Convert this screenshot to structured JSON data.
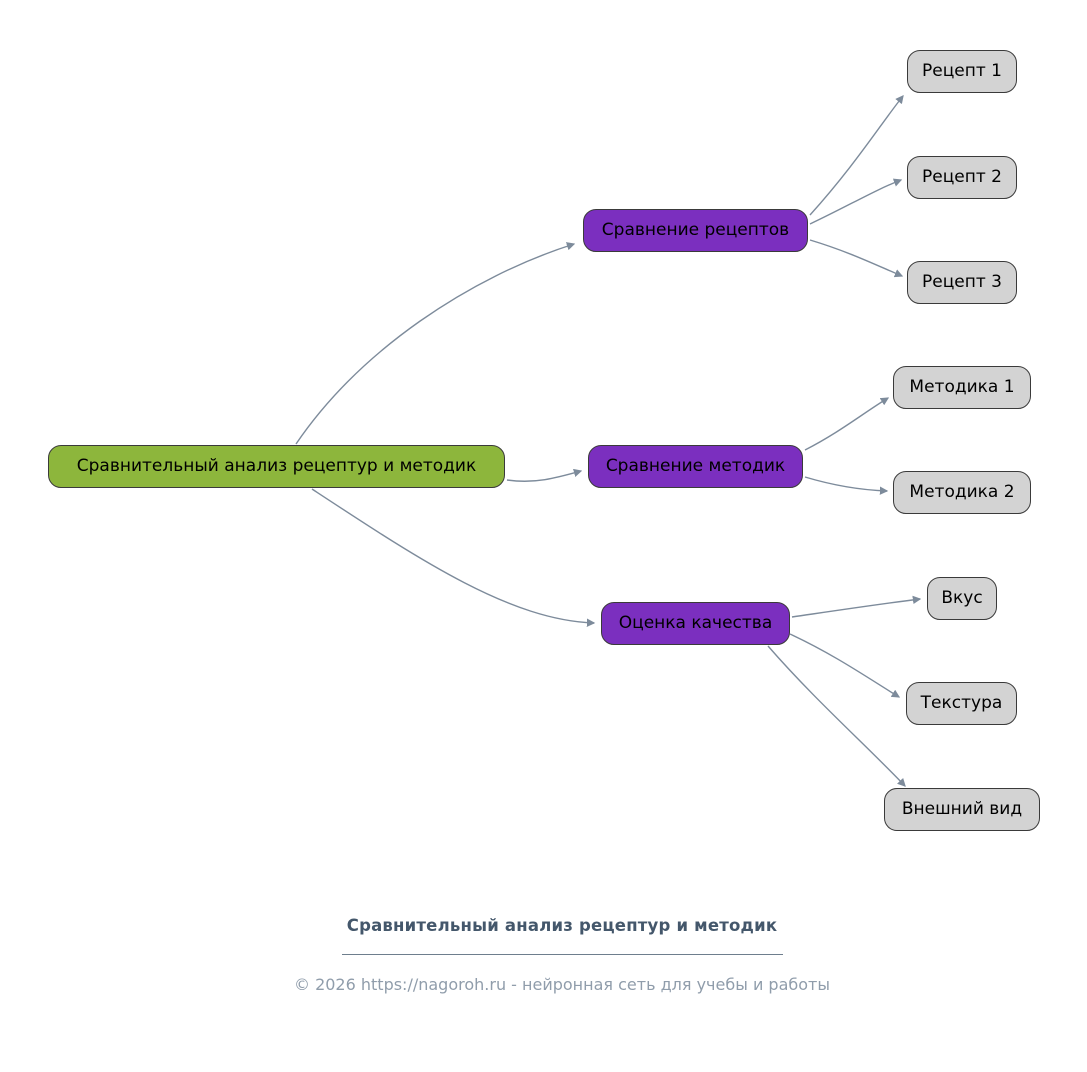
{
  "diagram": {
    "root": {
      "label": "Сравнительный анализ рецептур и методик"
    },
    "branches": [
      {
        "label": "Сравнение рецептов",
        "children": [
          {
            "label": "Рецепт 1"
          },
          {
            "label": "Рецепт 2"
          },
          {
            "label": "Рецепт 3"
          }
        ]
      },
      {
        "label": "Сравнение методик",
        "children": [
          {
            "label": "Методика 1"
          },
          {
            "label": "Методика 2"
          }
        ]
      },
      {
        "label": "Оценка качества",
        "children": [
          {
            "label": "Вкус"
          },
          {
            "label": "Текстура"
          },
          {
            "label": "Внешний вид"
          }
        ]
      }
    ]
  },
  "footer": {
    "title": "Сравнительный анализ рецептур и методик",
    "copyright": "© 2026 https://nagoroh.ru - нейронная сеть для учебы и работы"
  },
  "colors": {
    "root_fill": "#8db63c",
    "branch_fill": "#7b2fbf",
    "leaf_fill": "#d3d3d3",
    "node_border": "#3a3a3a",
    "edge": "#7d8b9b",
    "title_text": "#44576b",
    "copyright_text": "#909dab"
  }
}
